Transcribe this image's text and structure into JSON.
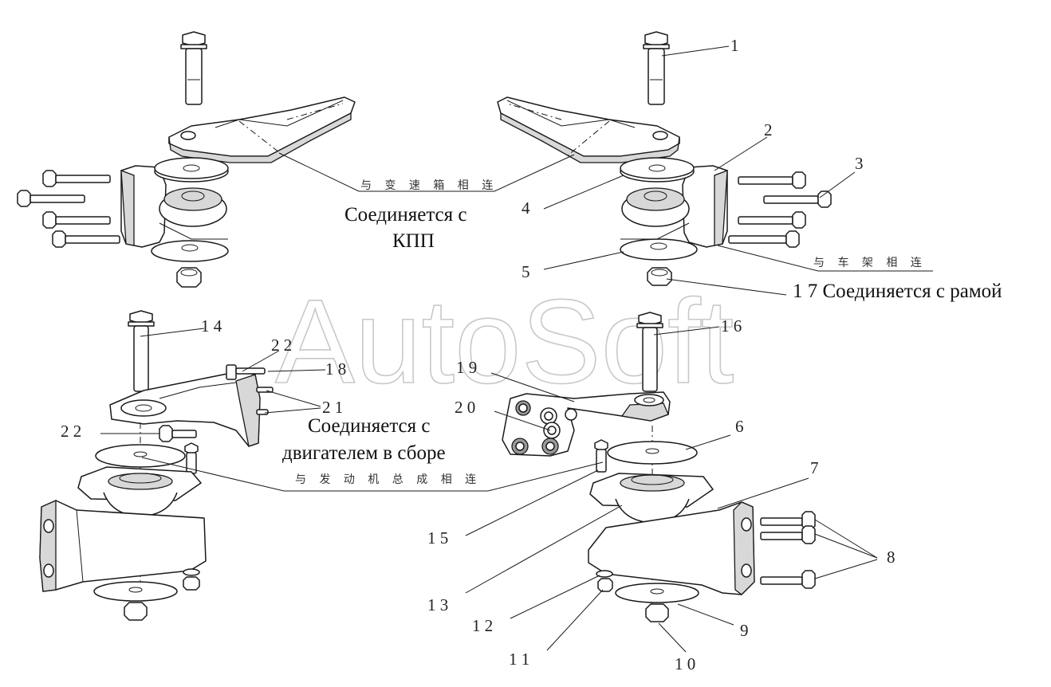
{
  "watermark": "AutoSoft",
  "part_numbers": {
    "n1": "1",
    "n2": "2",
    "n3": "3",
    "n4": "4",
    "n5": "5",
    "n6": "6",
    "n7": "7",
    "n8": "8",
    "n9": "9",
    "n10": "1 0",
    "n11": "1 1",
    "n12": "1 2",
    "n13": "1 3",
    "n14": "1 4",
    "n15": "1 5",
    "n16": "1 6",
    "n18": "1 8",
    "n19": "1 9",
    "n20": "2 0",
    "n21": "2 1",
    "n22a": "2 2",
    "n22b": "2 2"
  },
  "captions": {
    "gearbox_cn": "与 变 速 箱 相 连",
    "gearbox_ru_1": "Соединяется с",
    "gearbox_ru_2": "КПП",
    "frame_cn": "与 车 架 相 连",
    "frame_ru": "1 7 Соединяется с рамой",
    "engine_ru_1": "Соединяется с",
    "engine_ru_2": "двигателем в сборе",
    "engine_cn": "与 发 动 机 总 成 相 连"
  }
}
